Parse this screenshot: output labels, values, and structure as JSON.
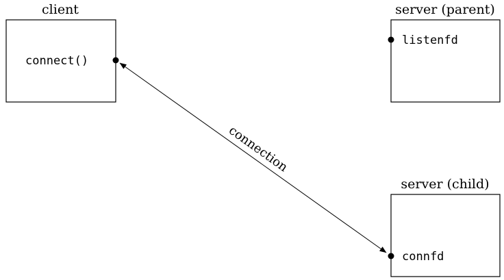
{
  "client": {
    "title": "client",
    "call": "connect()"
  },
  "server_parent": {
    "title": "server (parent)",
    "descriptor": "listenfd"
  },
  "server_child": {
    "title": "server (child)",
    "descriptor": "connfd"
  },
  "connection": {
    "label": "connection"
  }
}
